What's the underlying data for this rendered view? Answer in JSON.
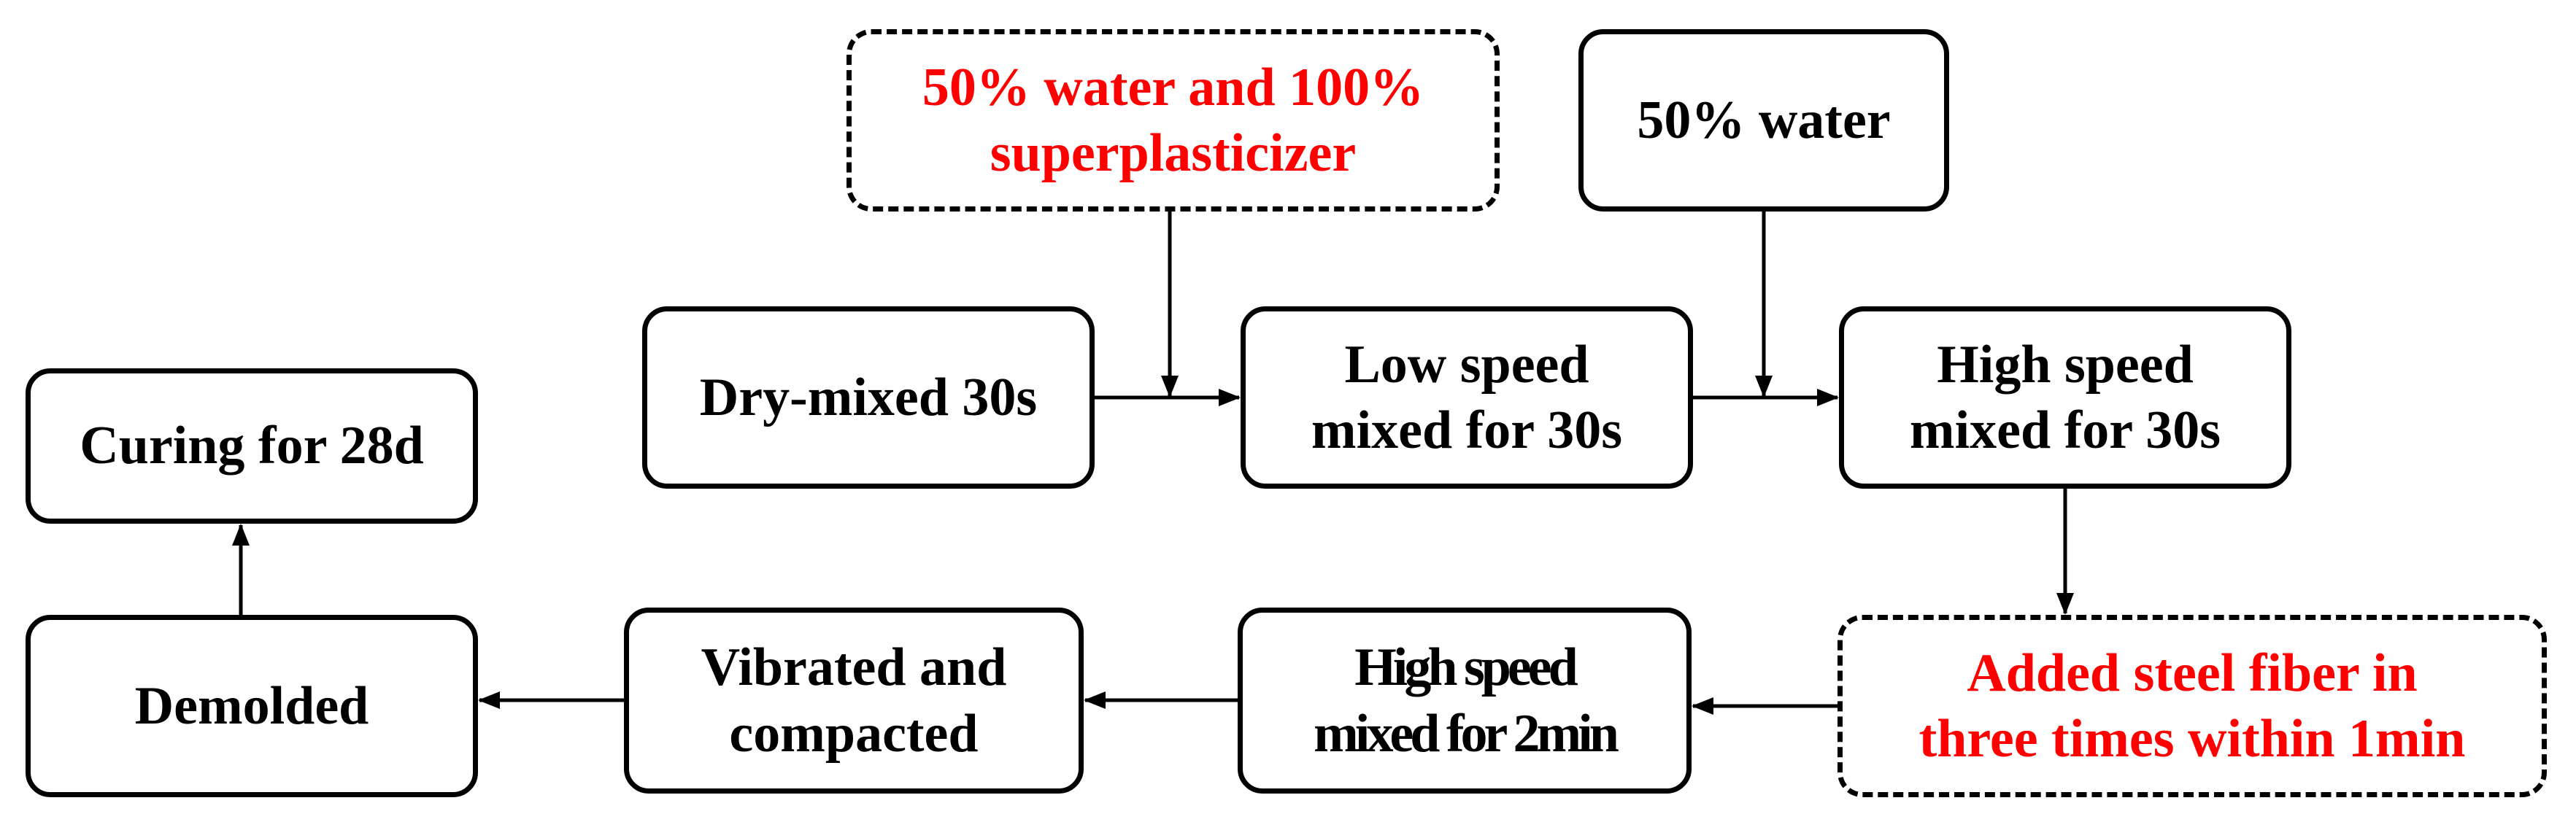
{
  "diagram": {
    "colors": {
      "default_text": "#000000",
      "highlight_text": "#ff0000",
      "border": "#000000"
    },
    "nodes": {
      "water_superplasticizer": {
        "lines": [
          "50% water and 100%",
          "superplasticizer"
        ],
        "style": "dashed",
        "text_color": "#ff0000"
      },
      "water_50": {
        "lines": [
          "50% water"
        ],
        "style": "solid",
        "text_color": "#000000"
      },
      "dry_mixed": {
        "lines": [
          "Dry-mixed 30s"
        ],
        "style": "solid",
        "text_color": "#000000"
      },
      "low_speed": {
        "lines": [
          "Low speed",
          "mixed for 30s"
        ],
        "style": "solid",
        "text_color": "#000000"
      },
      "high_speed_30s": {
        "lines": [
          "High speed",
          "mixed for 30s"
        ],
        "style": "solid",
        "text_color": "#000000"
      },
      "steel_fiber": {
        "lines": [
          "Added steel fiber in",
          "three times within 1min"
        ],
        "style": "dashed",
        "text_color": "#ff0000"
      },
      "high_speed_2min": {
        "lines": [
          "High speed",
          "mixed for 2min"
        ],
        "style": "solid",
        "text_color": "#000000"
      },
      "vibrated": {
        "lines": [
          "Vibrated and",
          "compacted"
        ],
        "style": "solid",
        "text_color": "#000000"
      },
      "demolded": {
        "lines": [
          "Demolded"
        ],
        "style": "solid",
        "text_color": "#000000"
      },
      "curing": {
        "lines": [
          "Curing for 28d"
        ],
        "style": "solid",
        "text_color": "#000000"
      }
    },
    "edges": [
      {
        "from": "dry_mixed",
        "to": "low_speed"
      },
      {
        "from": "water_superplasticizer",
        "to": "dry_mixed-low_speed-link"
      },
      {
        "from": "low_speed",
        "to": "high_speed_30s"
      },
      {
        "from": "water_50",
        "to": "low_speed-high_speed_30s-link"
      },
      {
        "from": "high_speed_30s",
        "to": "steel_fiber"
      },
      {
        "from": "steel_fiber",
        "to": "high_speed_2min"
      },
      {
        "from": "high_speed_2min",
        "to": "vibrated"
      },
      {
        "from": "vibrated",
        "to": "demolded"
      },
      {
        "from": "demolded",
        "to": "curing"
      }
    ]
  }
}
